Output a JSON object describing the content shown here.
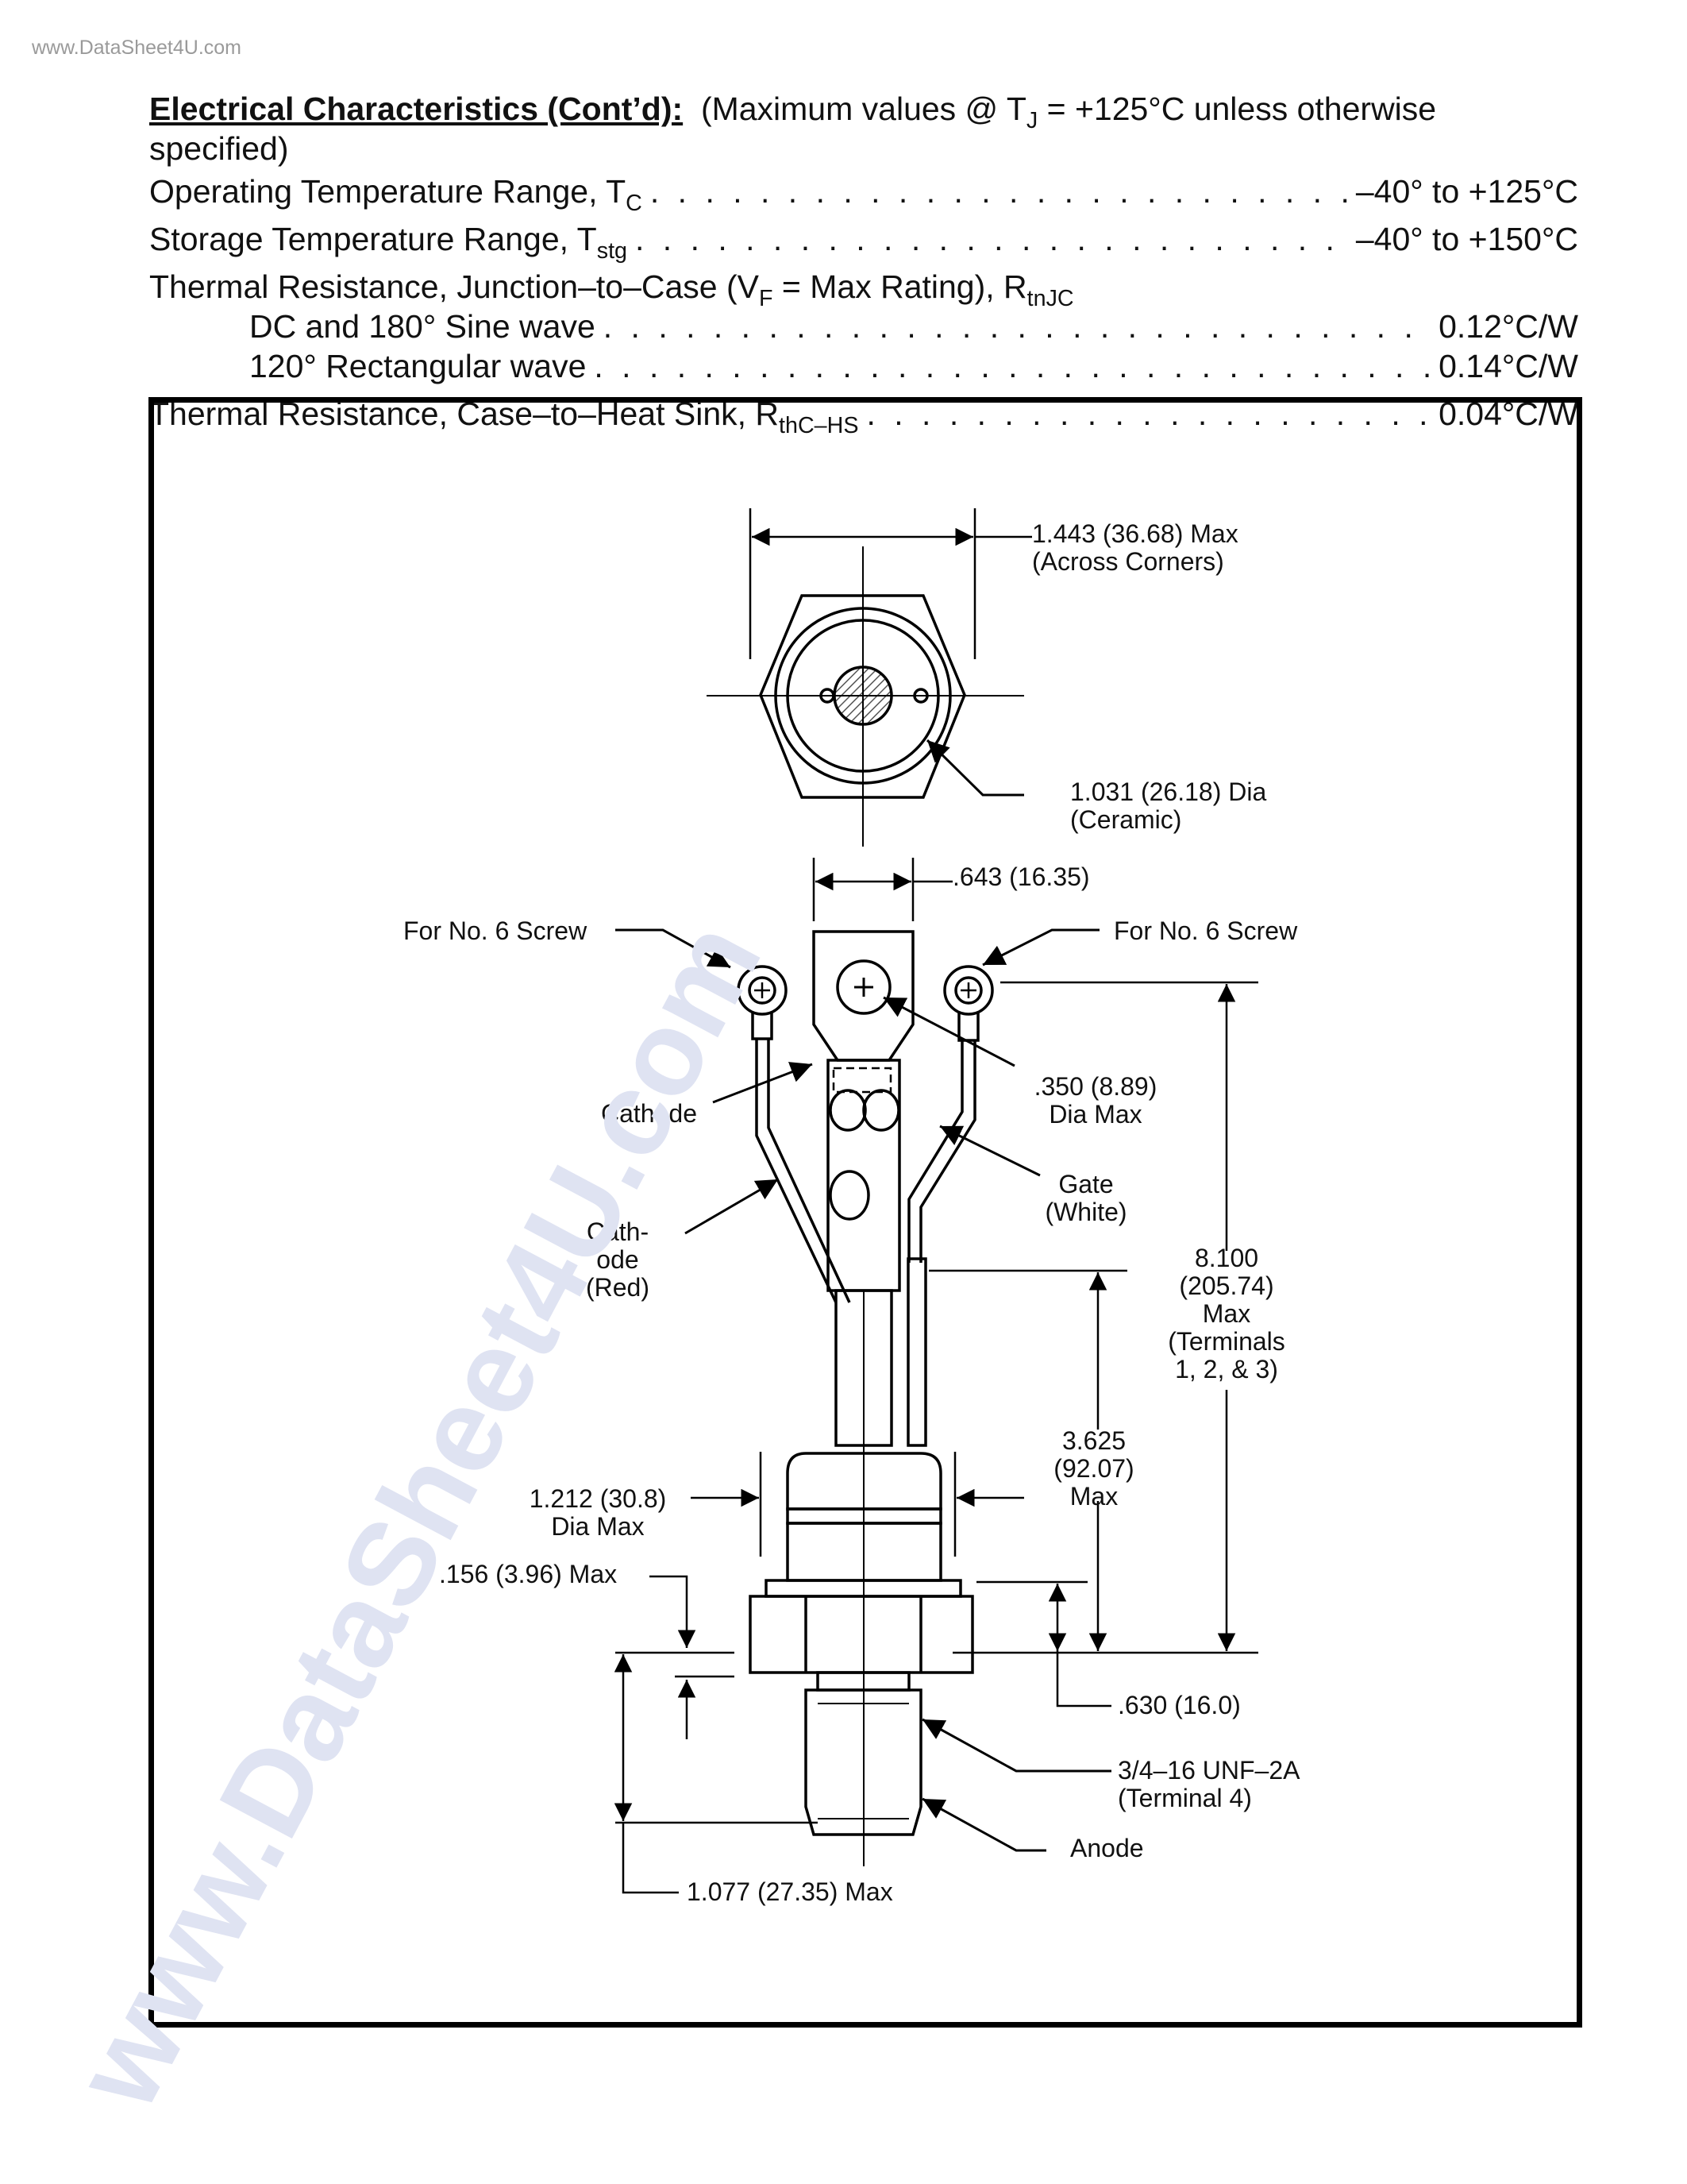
{
  "watermark_top": "www.DataSheet4U.com",
  "watermark_diagonal": "www.DataSheet4U.com",
  "header": {
    "title": "Electrical Characteristics (Cont’d):",
    "condition_pre": "(Maximum values @ T",
    "condition_sub": "J",
    "condition_post": " = +125°C unless otherwise specified)"
  },
  "specs": {
    "op_temp": {
      "label": "Operating Temperature Range, T",
      "sub": "C",
      "value": "–40° to +125°C"
    },
    "stg_temp": {
      "label": "Storage Temperature Range, T",
      "sub": "stg",
      "value": "–40° to +150°C"
    },
    "th_jc": {
      "label_pre": "Thermal Resistance, Junction–to–Case (V",
      "label_sub1": "F",
      "label_mid": " = Max Rating), R",
      "label_sub2": "tnJC"
    },
    "dc_sine": {
      "label": "DC and 180° Sine wave",
      "value": "0.12°C/W"
    },
    "rect": {
      "label": "120° Rectangular wave",
      "value": "0.14°C/W"
    },
    "th_chs": {
      "label": "Thermal Resistance, Case–to–Heat Sink, R",
      "sub": "thC–HS",
      "value": "0.04°C/W"
    }
  },
  "diagram": {
    "across_corners_1": "1.443 (36.68) Max",
    "across_corners_2": "(Across Corners)",
    "ceramic_1": "1.031 (26.18) Dia",
    "ceramic_2": "(Ceramic)",
    "width_643": ".643 (16.35)",
    "screw_left": "For No. 6 Screw",
    "screw_right": "For No. 6 Screw",
    "cathode": "Cathode",
    "dia350_1": ".350 (8.89)",
    "dia350_2": "Dia Max",
    "gate_1": "Gate",
    "gate_2": "(White)",
    "cath_red_1": "Cath-",
    "cath_red_2": "ode",
    "cath_red_3": "(Red)",
    "len8100_1": "8.100",
    "len8100_2": "(205.74)",
    "len8100_3": "Max",
    "len8100_4": "(Terminals",
    "len8100_5": "1, 2, & 3)",
    "len3625_1": "3.625",
    "len3625_2": "(92.07)",
    "len3625_3": "Max",
    "dia1212_1": "1.212 (30.8)",
    "dia1212_2": "Dia Max",
    "d156": ".156 (3.96) Max",
    "d630": ".630 (16.0)",
    "thread_1": "3/4–16 UNF–2A",
    "thread_2": "(Terminal 4)",
    "anode": "Anode",
    "d1077": "1.077 (27.35) Max"
  }
}
